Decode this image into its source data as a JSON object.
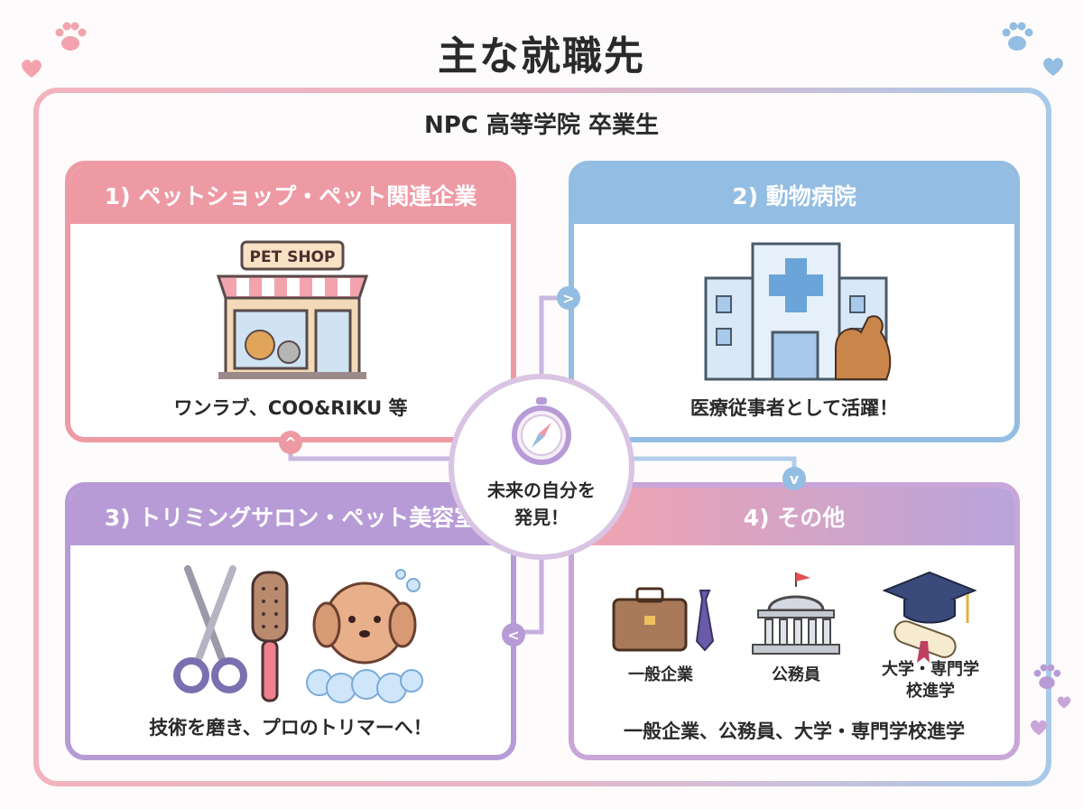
{
  "title": "主な就職先",
  "subtitle": "NPC 高等学院 卒業生",
  "hub": {
    "line1": "未来の自分を",
    "line2": "発見！"
  },
  "panels": [
    {
      "heading": "1) ペットショップ・ペット関連企業",
      "sign": "PET SHOP",
      "caption": "ワンラブ、COO&RIKU 等"
    },
    {
      "heading": "2) 動物病院",
      "caption": "医療従事者として活躍！"
    },
    {
      "heading": "3) トリミングサロン・ペット美容室",
      "caption": "技術を磨き、プロのトリマーへ！"
    },
    {
      "heading": "4) その他",
      "items": [
        "一般企業",
        "公務員",
        "大学・専門学",
        "校進学"
      ],
      "caption": "一般企業、公務員、大学・専門学校進学"
    }
  ],
  "colors": {
    "pink": "#ee9aa5",
    "blue": "#93bde2",
    "purple": "#b79bd6"
  },
  "icons": [
    "paw-icon",
    "heart-icon",
    "compass-icon",
    "pet-shop-icon",
    "hospital-icon",
    "scissors-icon",
    "brush-icon",
    "dog-bath-icon",
    "briefcase-icon",
    "tie-icon",
    "government-building-icon",
    "graduation-cap-icon",
    "diploma-icon"
  ]
}
